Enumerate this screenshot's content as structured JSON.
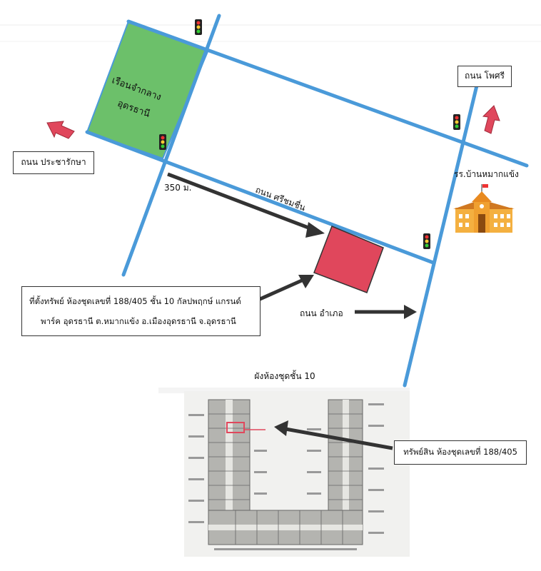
{
  "map": {
    "block_label_line1": "เรือนจำกลาง",
    "block_label_line2": "อุดรธานี",
    "road_phosri": "ถนน โพศรี",
    "road_prachaboon": "ถนน ประชารักษา",
    "road_srichomchuen": "ถนน ศรีชมชื่น",
    "road_amphoe": "ถนน อำเภอ",
    "school_label": "รร.บ้านหมากแข้ง",
    "distance_label": "350 ม.",
    "property_line1": "ที่ตั้งทรัพย์ ห้องชุดเลขที่ 188/405 ชั้น 10 กัลปพฤกษ์ แกรนด์",
    "property_line2": "พาร์ค อุดรธานี ต.หมากแข้ง อ.เมืองอุดรธานี จ.อุดรธานี"
  },
  "floorplan": {
    "title": "ผังห้องชุดชั้น 10",
    "unit_label": "ทรัพย์สิน ห้องชุดเลขที่ 188/405"
  },
  "colors": {
    "road": "#4a9ad9",
    "prison_fill": "#6cc06a",
    "property_fill": "#e0475c",
    "arrow_red": "#e0475c",
    "arrow_dark": "#333333",
    "school": "#f0a030"
  }
}
